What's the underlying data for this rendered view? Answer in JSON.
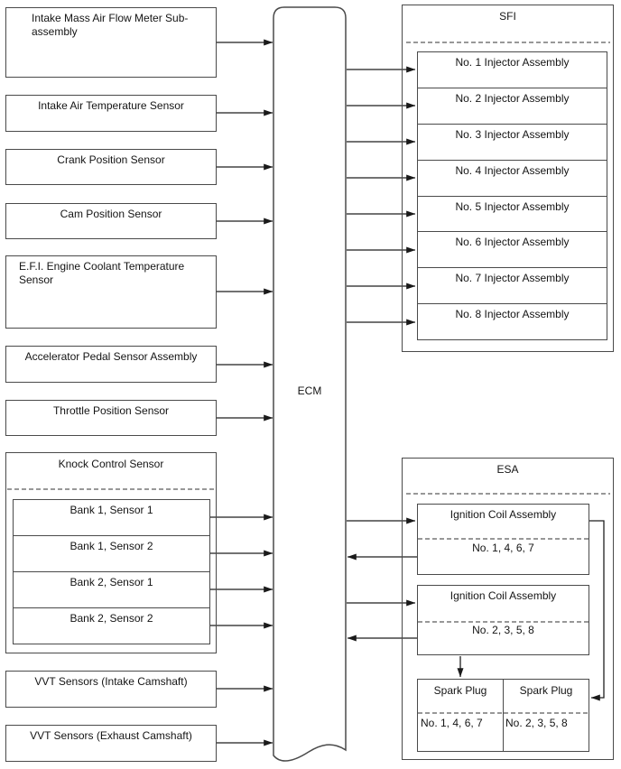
{
  "colors": {
    "line": "#3a3a3a",
    "text": "#141414",
    "background": "#ffffff"
  },
  "ecm": {
    "label": "ECM"
  },
  "sensors": {
    "maf": "Intake Mass Air Flow Meter Sub-assembly",
    "iat": "Intake Air Temperature Sensor",
    "crank": "Crank Position Sensor",
    "cam": "Cam Position Sensor",
    "ect": "E.F.I. Engine Coolant Temperature Sensor",
    "accel": "Accelerator Pedal Sensor Assembly",
    "throttle": "Throttle Position Sensor",
    "knock_title": "Knock Control Sensor",
    "knock_rows": [
      "Bank 1, Sensor 1",
      "Bank 1, Sensor 2",
      "Bank 2, Sensor 1",
      "Bank 2, Sensor 2"
    ],
    "vvt_intake": "VVT Sensors (Intake Camshaft)",
    "vvt_exhaust": "VVT Sensors (Exhaust Camshaft)"
  },
  "sfi": {
    "title": "SFI",
    "injectors": [
      "No. 1 Injector Assembly",
      "No. 2 Injector Assembly",
      "No. 3 Injector Assembly",
      "No. 4 Injector Assembly",
      "No. 5 Injector Assembly",
      "No. 6 Injector Assembly",
      "No. 7 Injector Assembly",
      "No. 8 Injector Assembly"
    ]
  },
  "esa": {
    "title": "ESA",
    "coils": [
      {
        "title": "Ignition Coil Assembly",
        "group": "No. 1, 4, 6, 7"
      },
      {
        "title": "Ignition Coil Assembly",
        "group": "No. 2, 3, 5, 8"
      }
    ],
    "spark_plugs": [
      {
        "title": "Spark Plug",
        "group": "No. 1, 4, 6, 7"
      },
      {
        "title": "Spark Plug",
        "group": "No. 2, 3, 5, 8"
      }
    ]
  }
}
